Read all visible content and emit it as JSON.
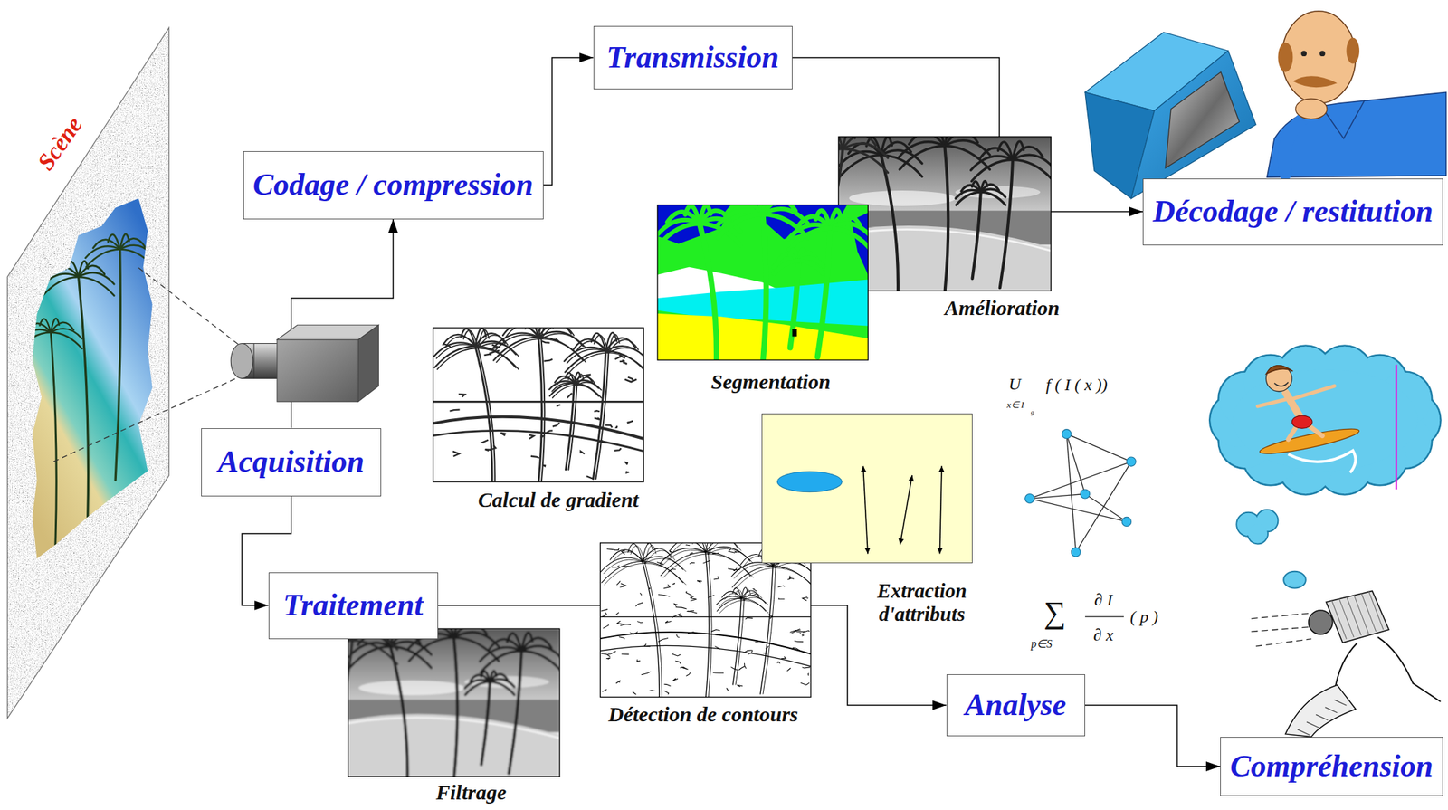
{
  "diagram": {
    "nodes": [
      {
        "text": [
          "Transmission"
        ]
      },
      {
        "text": [
          "Codage / compression"
        ]
      },
      {
        "text": [
          "Décodage / restitution"
        ]
      },
      {
        "text": [
          "Acquisition"
        ]
      },
      {
        "text": [
          "Extraction d'attributs"
        ]
      },
      {
        "text": [
          "Traitement"
        ]
      },
      {
        "text": [
          "Analyse"
        ]
      },
      {
        "text": [
          "Compréhension"
        ]
      }
    ],
    "edges": [
      {
        "from": 3,
        "to": 1,
        "arrow": "to"
      },
      {
        "from": 1,
        "to": 0,
        "arrow": "to"
      },
      {
        "from": 0,
        "to": 2,
        "arrow": "to"
      },
      {
        "from": 3,
        "to": 5,
        "arrow": "to"
      },
      {
        "from": 5,
        "to": 6,
        "arrow": "to"
      },
      {
        "from": 6,
        "to": 7,
        "arrow": "to"
      }
    ],
    "labels": [
      "Scène",
      "Amélioration",
      "Segmentation",
      "U",
      "f ( I ( x ))",
      "x∈ I",
      "g",
      "Calcul de gradient",
      "∑",
      "∂ I",
      "∂ x",
      "( p )",
      "p∈S",
      "Détection de contours",
      "Filtrage"
    ]
  }
}
